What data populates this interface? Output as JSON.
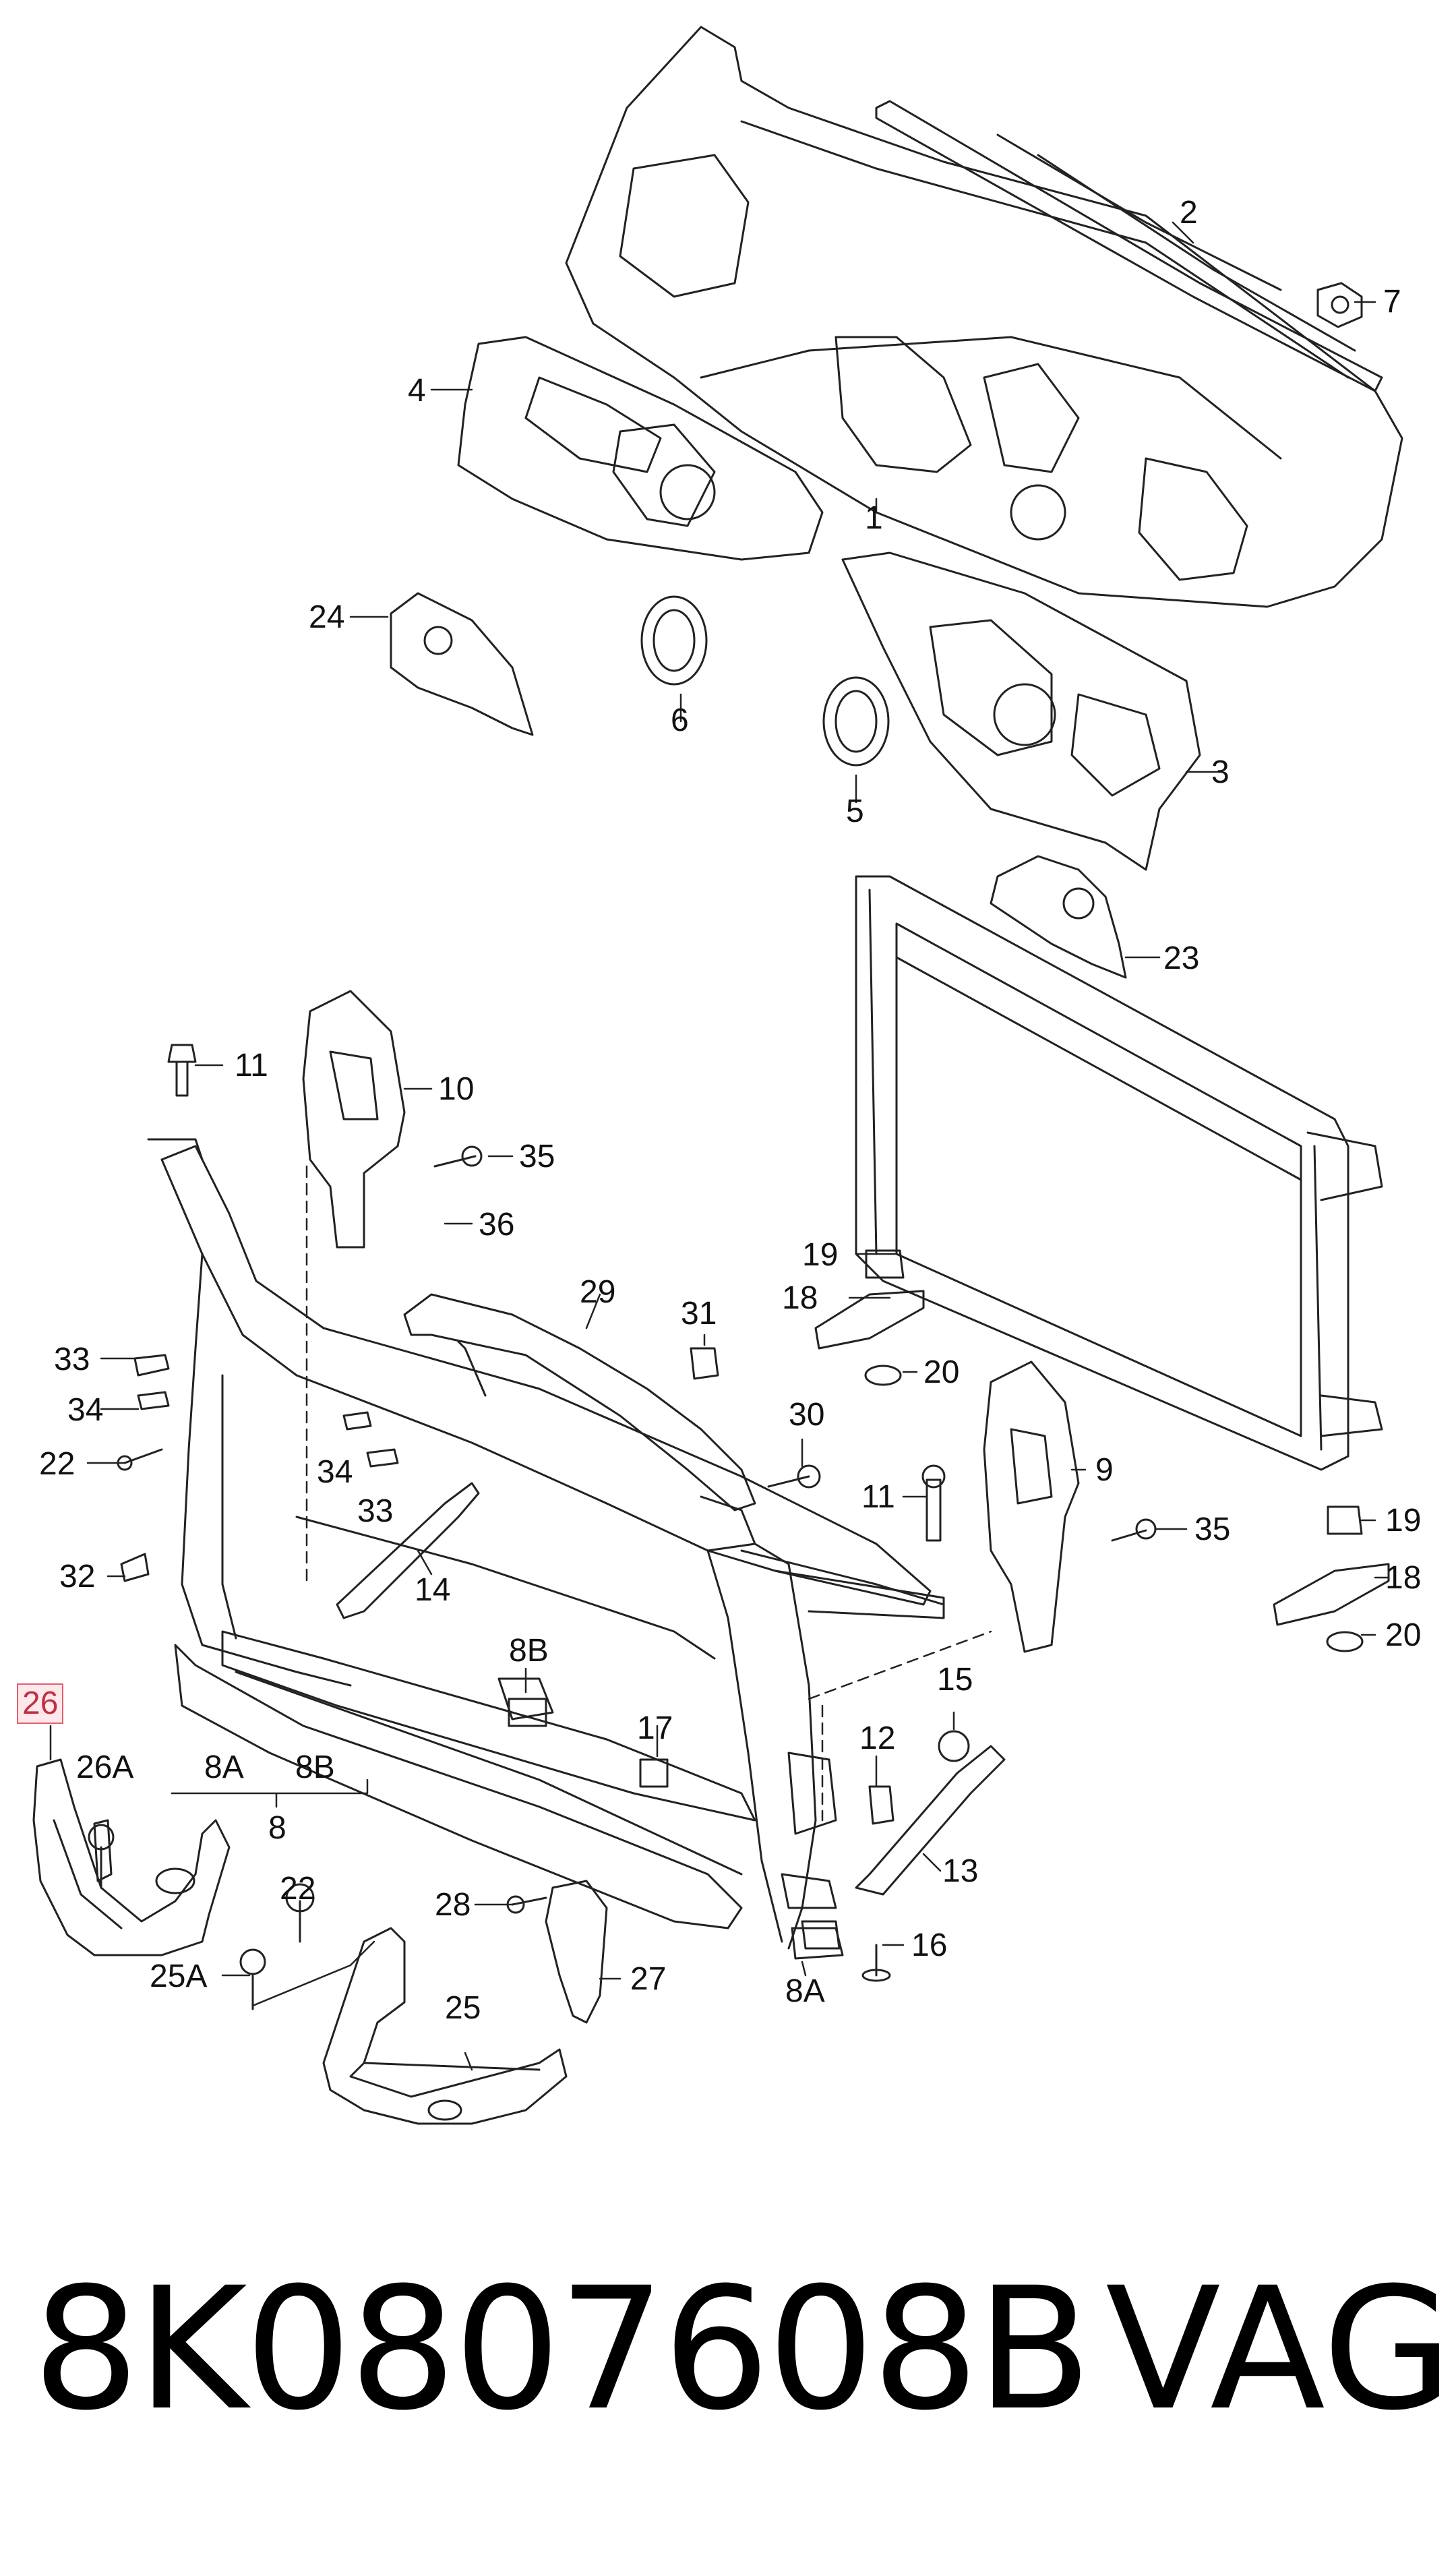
{
  "callouts": [
    {
      "id": "c2",
      "text": "2"
    },
    {
      "id": "c7",
      "text": "7"
    },
    {
      "id": "c4",
      "text": "4"
    },
    {
      "id": "c1",
      "text": "1"
    },
    {
      "id": "c24",
      "text": "24"
    },
    {
      "id": "c6",
      "text": "6"
    },
    {
      "id": "c5",
      "text": "5"
    },
    {
      "id": "c3",
      "text": "3"
    },
    {
      "id": "c23",
      "text": "23"
    },
    {
      "id": "c11a",
      "text": "11"
    },
    {
      "id": "c10",
      "text": "10"
    },
    {
      "id": "c35a",
      "text": "35"
    },
    {
      "id": "c36",
      "text": "36"
    },
    {
      "id": "c19a",
      "text": "19"
    },
    {
      "id": "c18a",
      "text": "18"
    },
    {
      "id": "c20a",
      "text": "20"
    },
    {
      "id": "c29",
      "text": "29"
    },
    {
      "id": "c31",
      "text": "31"
    },
    {
      "id": "c33a",
      "text": "33"
    },
    {
      "id": "c34a",
      "text": "34"
    },
    {
      "id": "c22a",
      "text": "22"
    },
    {
      "id": "c34b",
      "text": "34"
    },
    {
      "id": "c33b",
      "text": "33"
    },
    {
      "id": "c30",
      "text": "30"
    },
    {
      "id": "c9",
      "text": "9"
    },
    {
      "id": "c11b",
      "text": "11"
    },
    {
      "id": "c35b",
      "text": "35"
    },
    {
      "id": "c19b",
      "text": "19"
    },
    {
      "id": "c18b",
      "text": "18"
    },
    {
      "id": "c20b",
      "text": "20"
    },
    {
      "id": "c32",
      "text": "32"
    },
    {
      "id": "c14",
      "text": "14"
    },
    {
      "id": "c8B",
      "text": "8B"
    },
    {
      "id": "c26",
      "text": "26",
      "highlight": true
    },
    {
      "id": "c26A",
      "text": "26A"
    },
    {
      "id": "c8Aa",
      "text": "8A"
    },
    {
      "id": "c8Ba",
      "text": "8B"
    },
    {
      "id": "c8",
      "text": "8"
    },
    {
      "id": "c17",
      "text": "17"
    },
    {
      "id": "c15",
      "text": "15"
    },
    {
      "id": "c12",
      "text": "12"
    },
    {
      "id": "c13",
      "text": "13"
    },
    {
      "id": "c22b",
      "text": "22"
    },
    {
      "id": "c28",
      "text": "28"
    },
    {
      "id": "c16",
      "text": "16"
    },
    {
      "id": "c25A",
      "text": "25A"
    },
    {
      "id": "c27",
      "text": "27"
    },
    {
      "id": "c8Ab",
      "text": "8A"
    },
    {
      "id": "c25",
      "text": "25"
    }
  ],
  "footer": {
    "part_number": "8K0807608B",
    "brand": "VAG"
  },
  "colors": {
    "line": "#222222",
    "highlight_border": "#e06070",
    "highlight_fill": "#ffe8ec"
  }
}
